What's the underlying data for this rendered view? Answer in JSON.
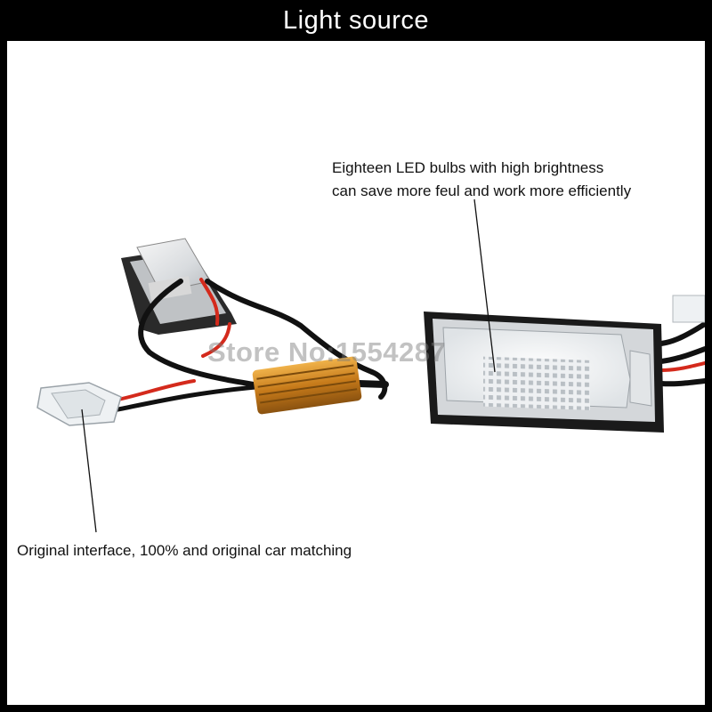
{
  "header": {
    "title": "Light source"
  },
  "captions": {
    "led_line1": "Eighteen LED bulbs with high brightness",
    "led_line2": "can save more feul and work more efficiently",
    "interface": "Original interface, 100% and original car matching"
  },
  "watermark": "Store No:1554287",
  "colors": {
    "frame": "#000000",
    "background": "#ffffff",
    "wire": "#111111",
    "wire_red": "#d42a1c",
    "resistor": "#c8801e"
  }
}
